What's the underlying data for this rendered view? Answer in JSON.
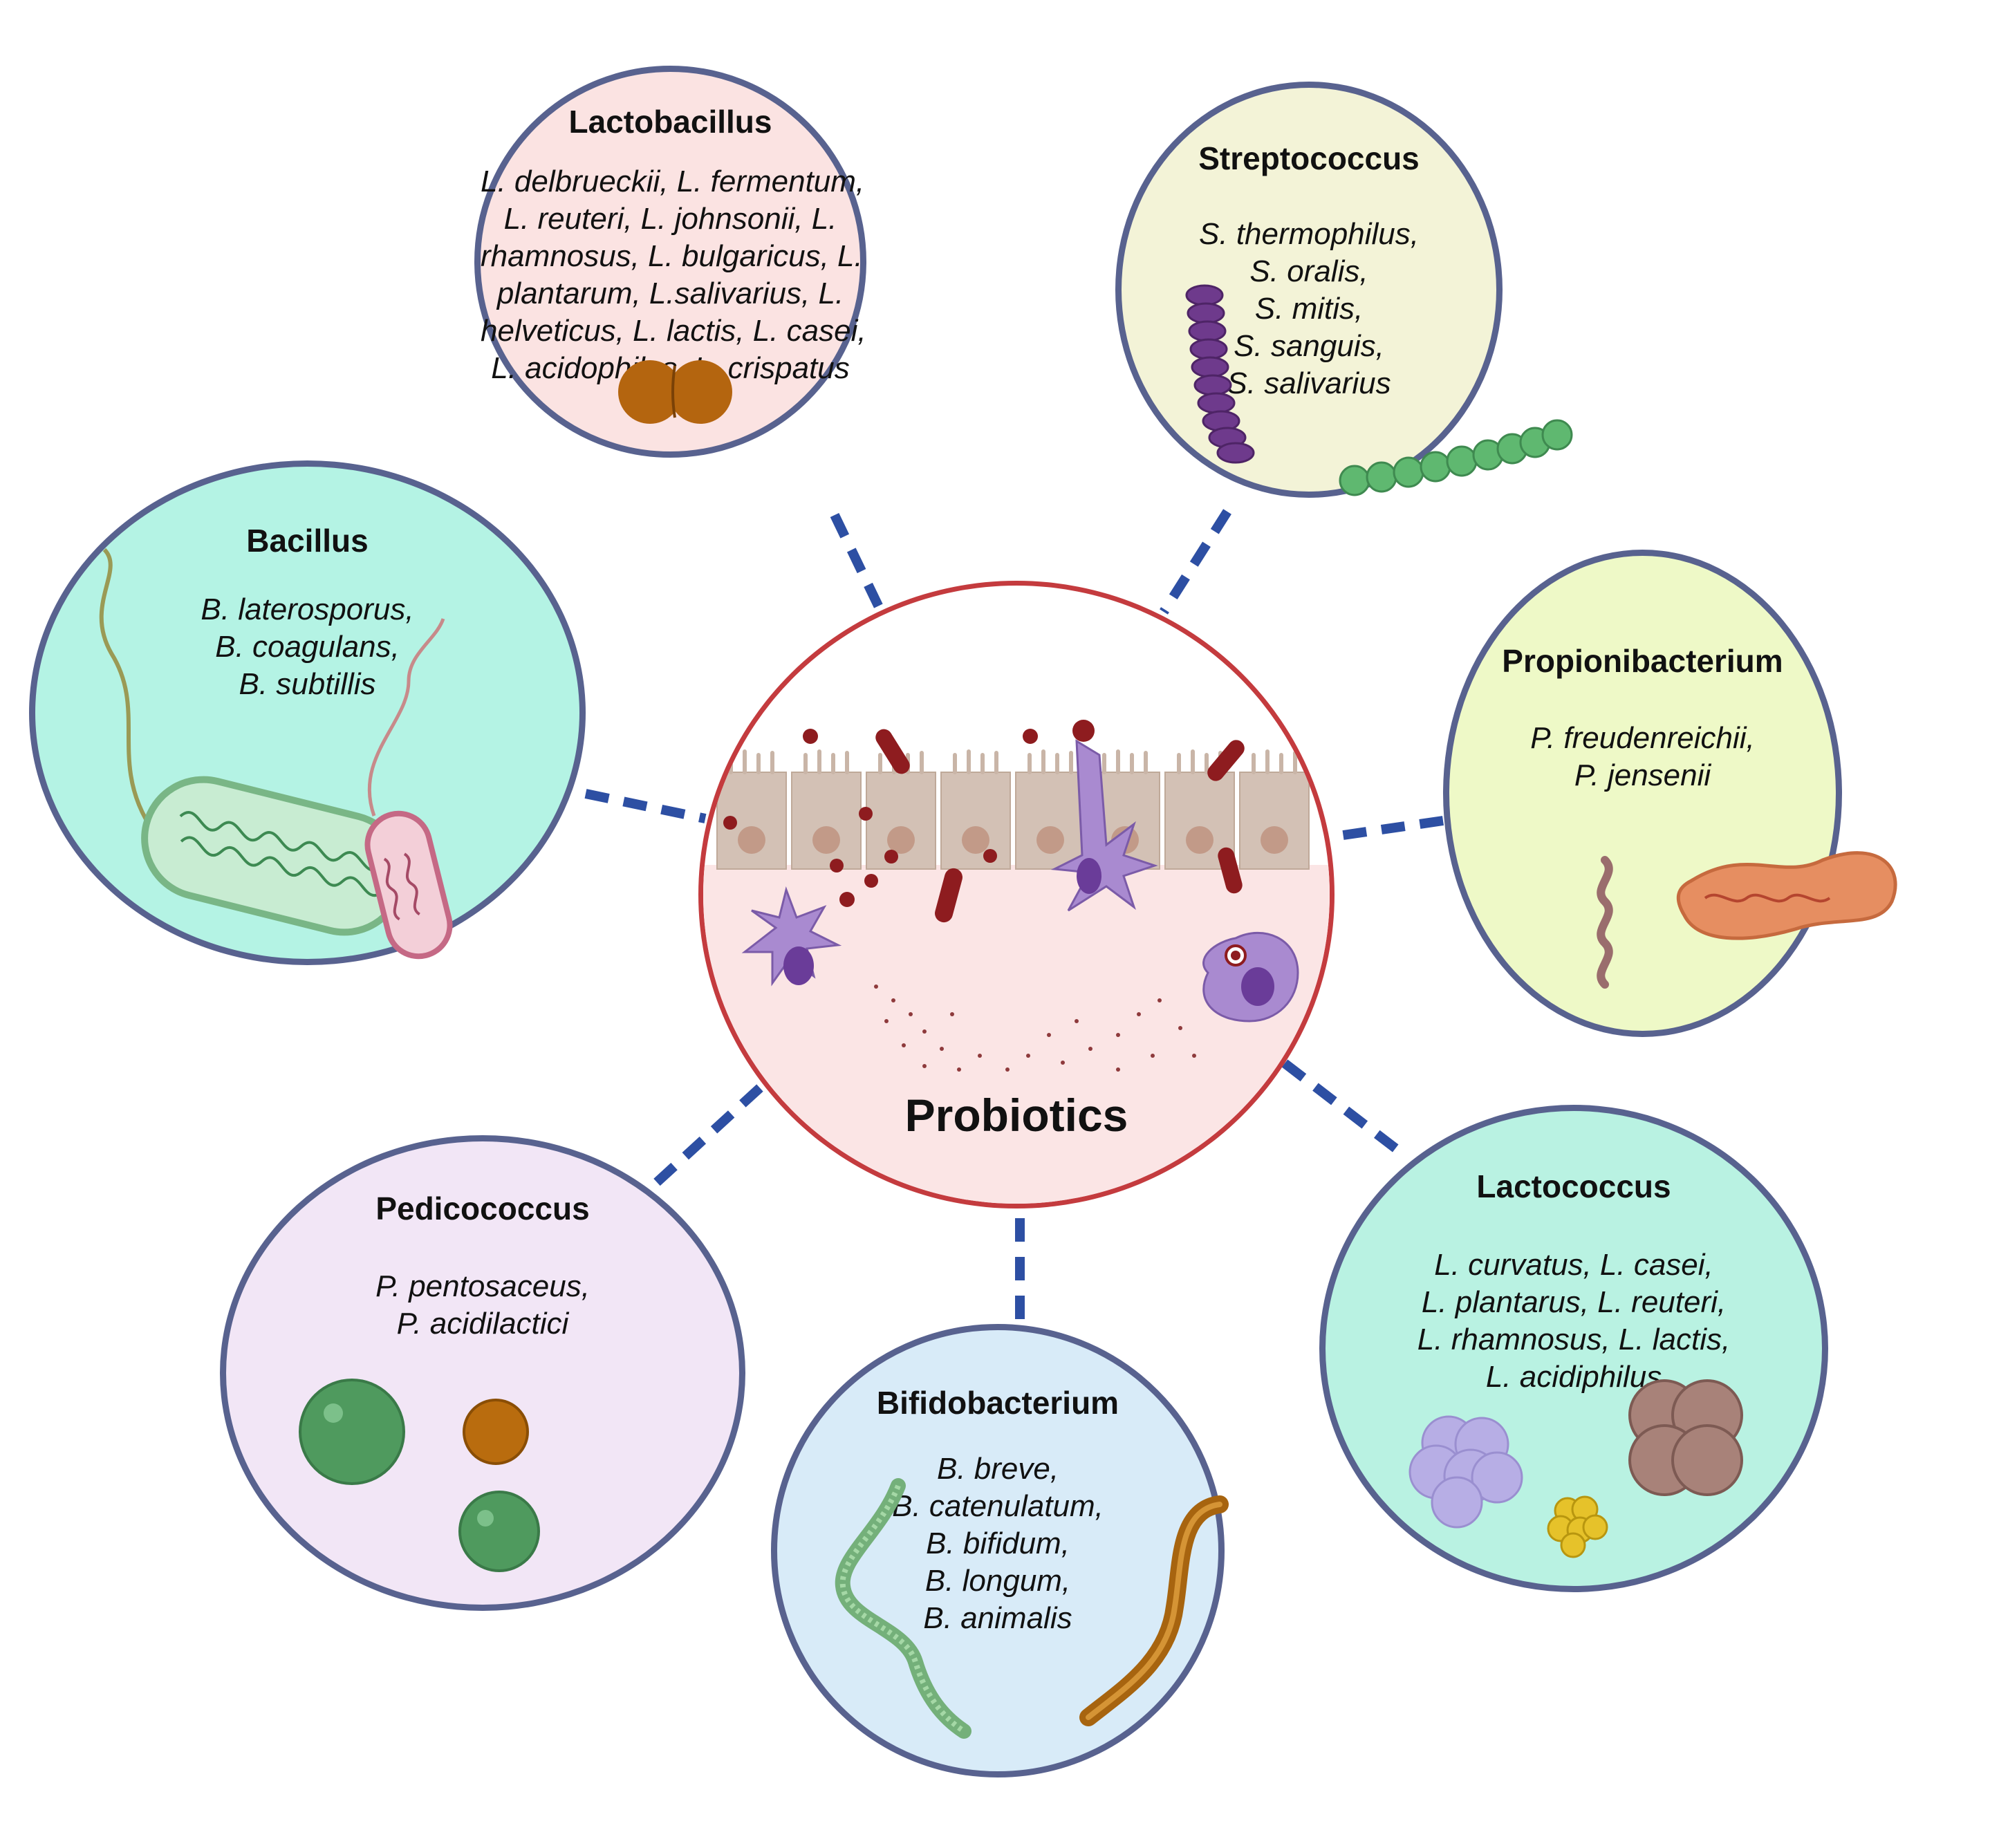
{
  "center": {
    "title": "Probiotics"
  },
  "groups": {
    "lactobacillus": {
      "title": "Lactobacillus",
      "lines": [
        "L. delbrueckii, L. fermentum,",
        "L. reuteri, L.  johnsonii, L.",
        "rhamnosus, L. bulgaricus, L.",
        "plantarum, L.salivarius, L.",
        "helveticus, L. lactis, L. casei,",
        "L. acidophilus, L. crispatus"
      ]
    },
    "streptococcus": {
      "title": "Streptococcus",
      "lines": [
        "S. thermophilus,",
        "S. oralis,",
        "S. mitis,",
        "S. sanguis,",
        "S. salivarius"
      ]
    },
    "bacillus": {
      "title": "Bacillus",
      "lines": [
        "B. laterosporus,",
        "B. coagulans,",
        "B. subtillis"
      ]
    },
    "propionibacterium": {
      "title": "Propionibacterium",
      "lines": [
        "P. freudenreichii,",
        "P. jensenii"
      ]
    },
    "pedicococcus": {
      "title": "Pedicococcus",
      "lines": [
        "P. pentosaceus,",
        "P. acidilactici"
      ]
    },
    "bifidobacterium": {
      "title": "Bifidobacterium",
      "lines": [
        "B. breve,",
        "B. catenulatum,",
        "B. bifidum,",
        "B. longum,",
        "B. animalis"
      ]
    },
    "lactococcus": {
      "title": "Lactococcus",
      "lines": [
        "L. curvatus, L. casei,",
        "L. plantarus, L. reuteri,",
        "L. rhamnosus, L. lactis,",
        "L. acidiphilus"
      ]
    }
  },
  "colors": {
    "border": "#58628f",
    "center_border": "#c43b3e",
    "connector": "#2d4fa3",
    "lactobacillus_fill": "#fbe3e2",
    "streptococcus_fill": "#f3f3d7",
    "bacillus_fill": "#b4f3e4",
    "propionibacterium_fill": "#eef9c7",
    "pedicococcus_fill": "#f2e6f6",
    "bifidobacterium_fill": "#d8ebf8",
    "lactococcus_fill": "#b9f2e2"
  }
}
